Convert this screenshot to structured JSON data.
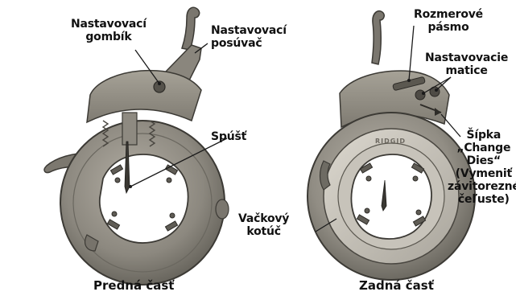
{
  "labels": {
    "adjusting_knob": "Nastavovací\ngombík",
    "adjusting_slide": "Nastavovací\nposúvač",
    "trigger": "Spúšť",
    "size_range": "Rozmerové\npásmo",
    "adjusting_nuts": "Nastavovacie\nmatice",
    "change_dies_arrow": "Šípka\n„Change\nDies“\n(Vymeniť\nzávitorezné\nčeľuste)",
    "cam_disc": "Vačkový\nkotúč",
    "brand": "RIDGID"
  },
  "captions": {
    "front": "Predná časť",
    "back": "Zadná časť"
  },
  "colors": {
    "metal_dark": "#6e6b63",
    "metal_mid": "#918d84",
    "metal_light": "#bdb8ae",
    "ring_face": "#c9c5bc",
    "leader": "#1a1a1a"
  }
}
